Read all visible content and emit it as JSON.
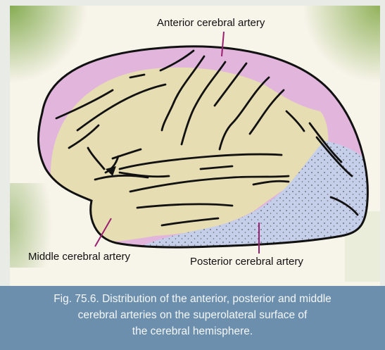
{
  "labels": {
    "anterior": "Anterior cerebral artery",
    "middle": "Middle cerebral artery",
    "posterior": "Posterior cerebral artery"
  },
  "caption": {
    "line1": "Fig. 75.6. Distribution of the anterior, posterior and middle",
    "line2": "cerebral arteries on the superolateral surface of",
    "line3": "the cerebral hemisphere."
  },
  "colors": {
    "anterior_region": "#e2b5dd",
    "middle_region": "#e6ddb3",
    "posterior_region": "#c6cfe9",
    "frame": "#f7f4ea",
    "caption_band": "#6d8fae",
    "outline": "#111111"
  }
}
